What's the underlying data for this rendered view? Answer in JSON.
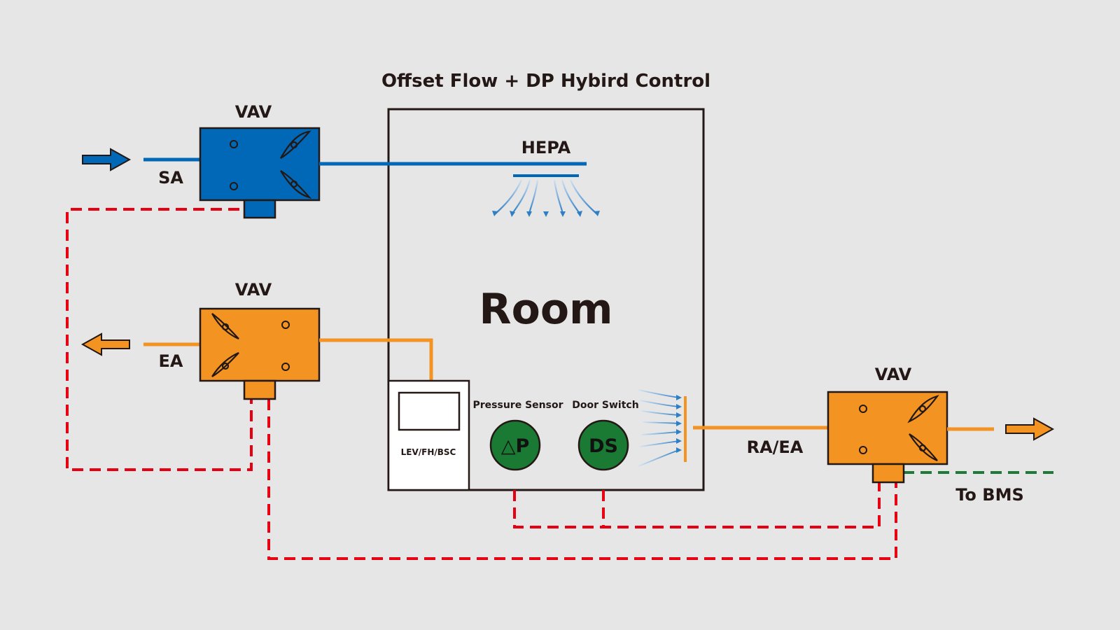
{
  "title": "Offset Flow + DP Hybird Control",
  "room_label": "Room",
  "hepa_label": "HEPA",
  "supply_vav": {
    "label": "VAV",
    "air_label": "SA"
  },
  "exhaust_vav": {
    "label": "VAV",
    "air_label": "EA"
  },
  "return_vav": {
    "label": "VAV",
    "air_label": "RA/EA"
  },
  "lev_label": "LEV/FH/BSC",
  "pressure_sensor": {
    "label": "Pressure Sensor",
    "symbol": "△P"
  },
  "door_switch": {
    "label": "Door Switch",
    "symbol": "DS"
  },
  "bms_label": "To BMS",
  "colors": {
    "supply": "#0068b7",
    "exhaust": "#f39322",
    "control_line": "#e60012",
    "bms_line": "#1f7a38",
    "sensor_fill": "#1a7a33",
    "airflow": "#2f7fc4"
  }
}
